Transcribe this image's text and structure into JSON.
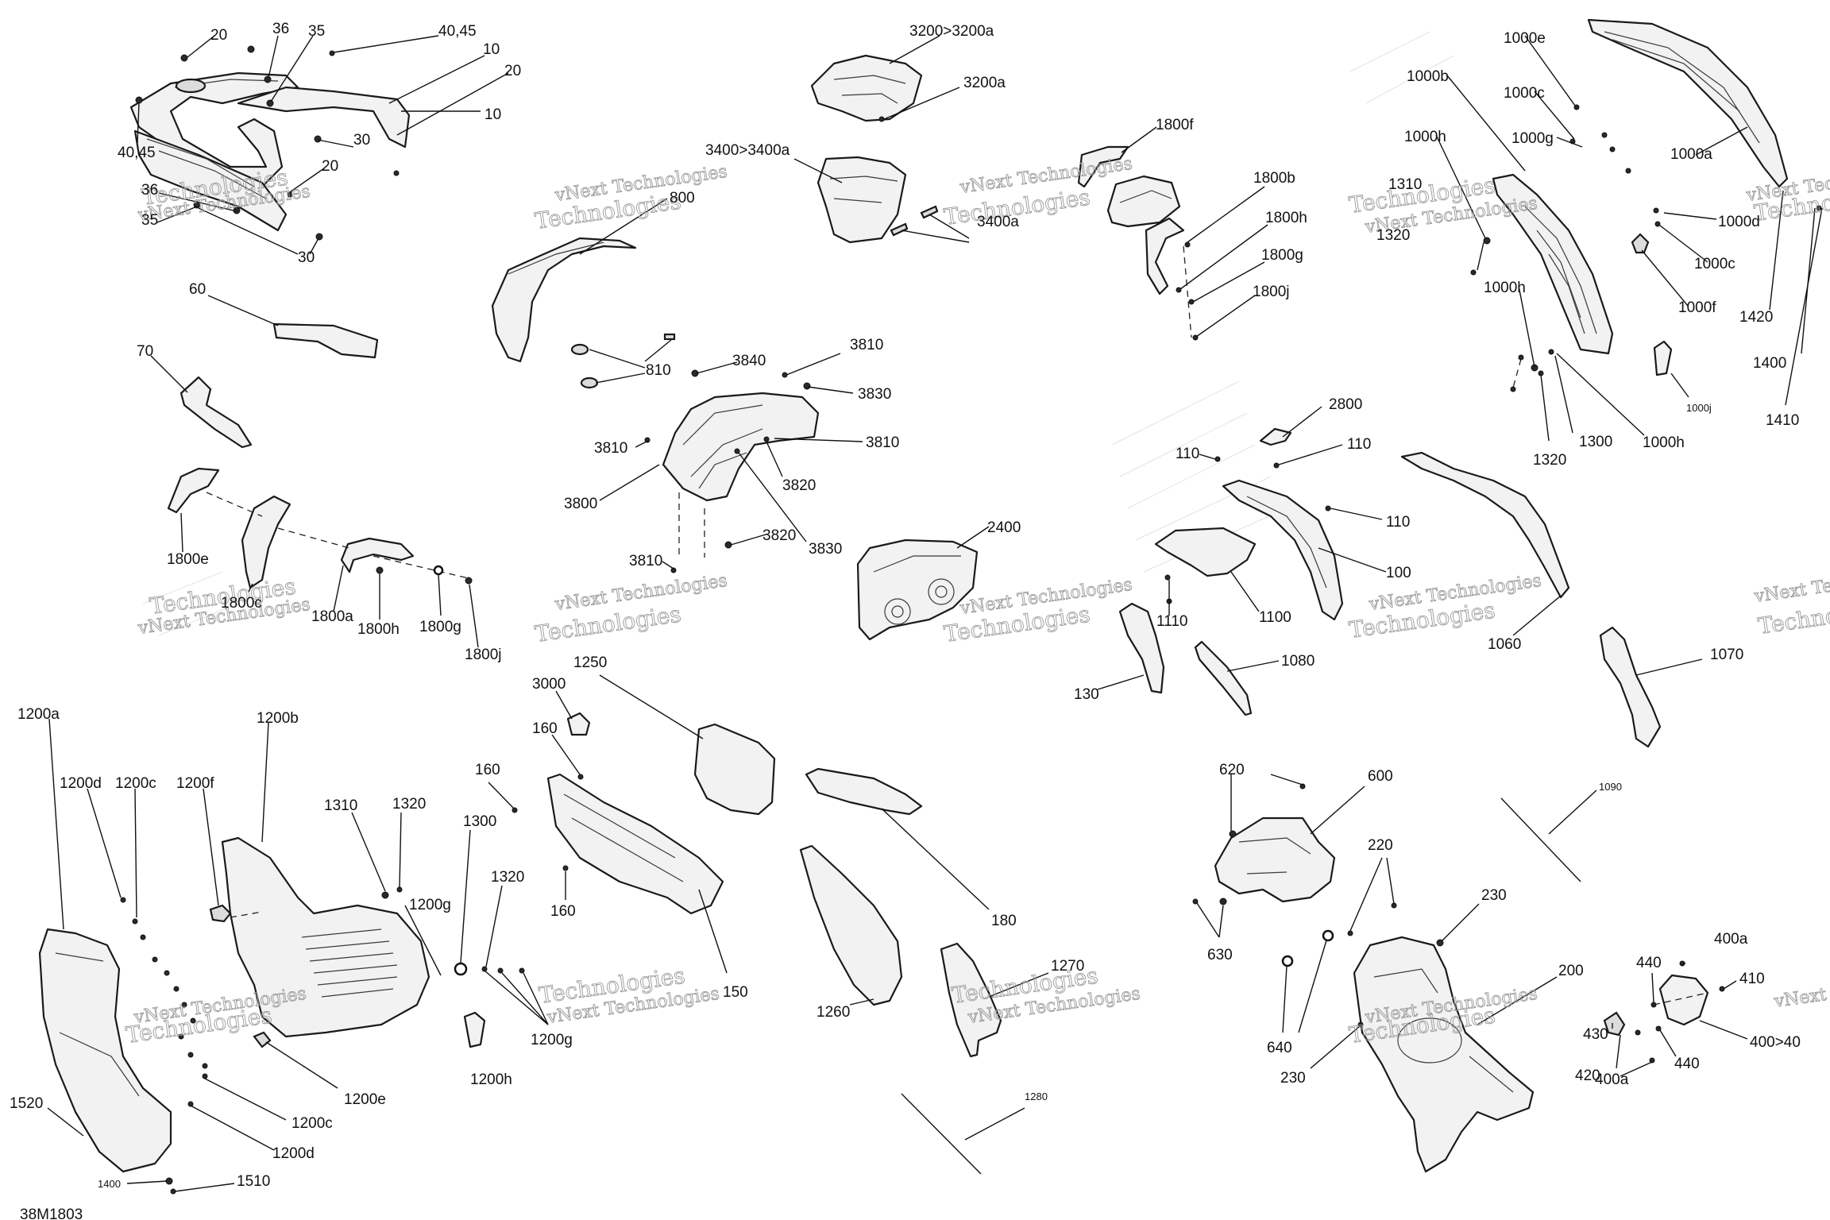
{
  "diagram_code": "38M1803",
  "watermark": {
    "line1": "vNext Technologies",
    "line2": "Technologies"
  },
  "labels": {
    "l_20a": "20",
    "l_36a": "36",
    "l_35a": "35",
    "l_4045a": "40,45",
    "l_10a": "10",
    "l_20b": "20",
    "l_10b": "10",
    "l_30a": "30",
    "l_4045b": "40,45",
    "l_20c": "20",
    "l_36b": "36",
    "l_35b": "35",
    "l_30b": "30",
    "l_60": "60",
    "l_70": "70",
    "l_1800e": "1800e",
    "l_1800c": "1800c",
    "l_1800a": "1800a",
    "l_1800h_l": "1800h",
    "l_1800g_l": "1800g",
    "l_1800j_l": "1800j",
    "l_3200a3200a": "3200>3200a",
    "l_3200a": "3200a",
    "l_3400a3400a": "3400>3400a",
    "l_3400a": "3400a",
    "l_800": "800",
    "l_810": "810",
    "l_3840": "3840",
    "l_3810a": "3810",
    "l_3830a": "3830",
    "l_3810b": "3810",
    "l_3810c": "3810",
    "l_3820a": "3820",
    "l_3800": "3800",
    "l_3820b": "3820",
    "l_3830b": "3830",
    "l_3810d": "3810",
    "l_2400": "2400",
    "l_1800f": "1800f",
    "l_1800b": "1800b",
    "l_1800h_r": "1800h",
    "l_1800g_r": "1800g",
    "l_1800j_r": "1800j",
    "l_1000e": "1000e",
    "l_1000b": "1000b",
    "l_1000c_a": "1000c",
    "l_1000h_a": "1000h",
    "l_1000g": "1000g",
    "l_1000a": "1000a",
    "l_1310_r": "1310",
    "l_1320_a": "1320",
    "l_1000d": "1000d",
    "l_1000c_b": "1000c",
    "l_1000h_b": "1000h",
    "l_1000f": "1000f",
    "l_1420": "1420",
    "l_1400_r": "1400",
    "l_1410": "1410",
    "l_1000j": "1000j",
    "l_1320_b": "1320",
    "l_1300_r": "1300",
    "l_1000h_c": "1000h",
    "l_2800": "2800",
    "l_110a": "110",
    "l_110b": "110",
    "l_110c": "110",
    "l_100": "100",
    "l_1110": "1110",
    "l_1100": "1100",
    "l_130": "130",
    "l_1080": "1080",
    "l_1060": "1060",
    "l_1070": "1070",
    "l_1090": "1090",
    "l_1200a": "1200a",
    "l_1200d_a": "1200d",
    "l_1200c_a": "1200c",
    "l_1200f": "1200f",
    "l_1200b": "1200b",
    "l_1310_l": "1310",
    "l_1320_l": "1320",
    "l_1200g_a": "1200g",
    "l_1300_l": "1300",
    "l_1320_l2": "1320",
    "l_1200g_b": "1200g",
    "l_1200h": "1200h",
    "l_1200e": "1200e",
    "l_1200c_b": "1200c",
    "l_1200d_b": "1200d",
    "l_1520": "1520",
    "l_1400_l": "1400",
    "l_1510": "1510",
    "l_3000": "3000",
    "l_1250": "1250",
    "l_160a": "160",
    "l_160b": "160",
    "l_160c": "160",
    "l_150": "150",
    "l_180": "180",
    "l_1260": "1260",
    "l_1270": "1270",
    "l_1280": "1280",
    "l_620": "620",
    "l_600": "600",
    "l_630": "630",
    "l_220": "220",
    "l_230a": "230",
    "l_640": "640",
    "l_230b": "230",
    "l_200": "200",
    "l_440a": "440",
    "l_400a_a": "400a",
    "l_410": "410",
    "l_430": "430",
    "l_420": "420",
    "l_400a_b": "400a",
    "l_440b": "440",
    "l_40040": "400>40"
  }
}
